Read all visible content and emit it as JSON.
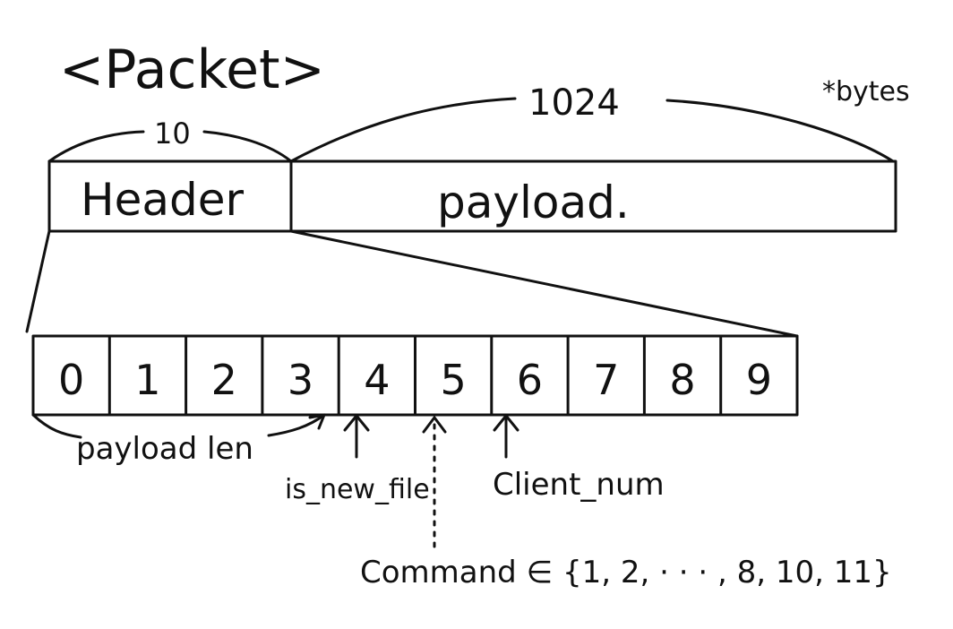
{
  "title": "<Packet>",
  "units_note": "*bytes",
  "packet": {
    "header": {
      "label": "Header",
      "size": "10"
    },
    "payload": {
      "label": "payload.",
      "size": "1024"
    }
  },
  "header_bytes": [
    "0",
    "1",
    "2",
    "3",
    "4",
    "5",
    "6",
    "7",
    "8",
    "9"
  ],
  "annotations": {
    "payload_len": "payload len",
    "is_new_file": "is_new_file",
    "client_num": "Client_num",
    "command": "Command ∈ {1, 2, · · · , 8, 10, 11}"
  },
  "colors": {
    "ink": "#111111",
    "background": "#ffffff"
  }
}
